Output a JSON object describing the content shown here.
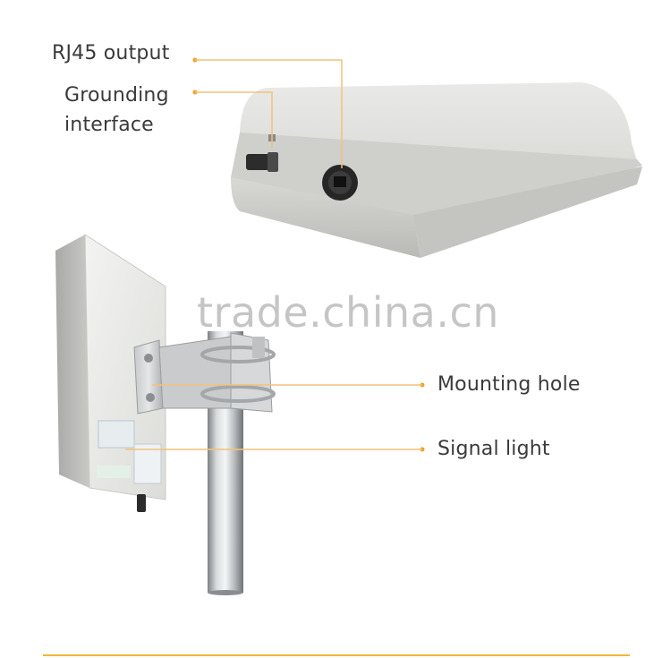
{
  "labels": {
    "rj45": "RJ45 output",
    "grounding_line1": "Grounding",
    "grounding_line2": "interface",
    "mounting": "Mounting hole",
    "signal": "Signal light"
  },
  "watermark": "trade.china.cn",
  "colors": {
    "accent": "#f0a12a",
    "line": "#f2c27a",
    "device": "#dcdcda",
    "device_shadow": "#bdbdba",
    "pole": "#b9bcbf",
    "text": "#3a3a3a"
  }
}
